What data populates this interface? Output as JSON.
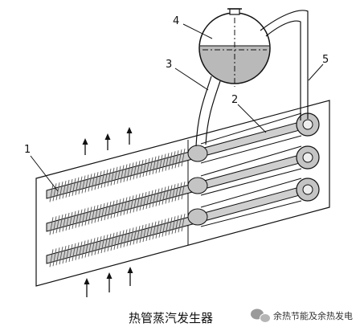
{
  "labels": {
    "l1": "1",
    "l2": "2",
    "l3": "3",
    "l4": "4",
    "l5": "5"
  },
  "caption": "热管蒸汽发生器",
  "watermark": {
    "text": "余热节能及余热发电",
    "icon": "wechat-icon"
  },
  "colors": {
    "line": "#111111",
    "water": "#b9b9b9",
    "tube": "#cfcfcf",
    "fin": "#555555",
    "wm_icon": "#9a9a9a"
  }
}
